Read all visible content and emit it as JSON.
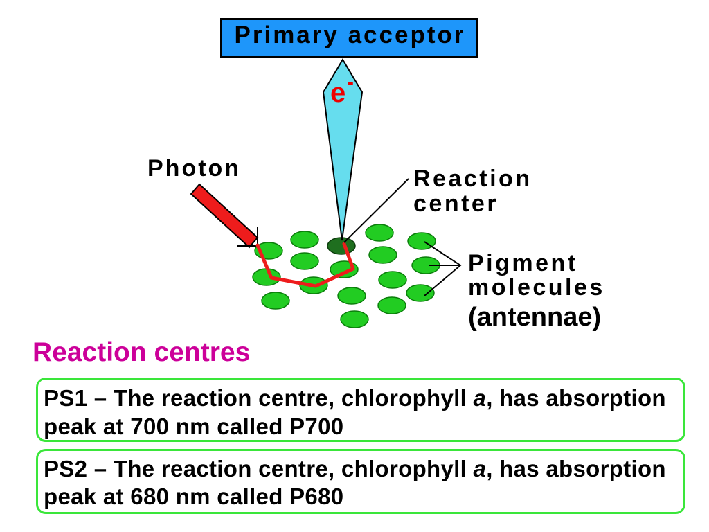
{
  "diagram": {
    "primary_acceptor": "Primary acceptor",
    "electron": {
      "symbol": "e",
      "charge": "-"
    },
    "photon_label": "Photon",
    "reaction_center_label": [
      "Reaction",
      "center"
    ],
    "pigment_label": [
      "Pigment",
      "molecules",
      "(antennae)"
    ]
  },
  "heading": "Reaction centres",
  "photosystems": [
    {
      "line1": {
        "before": "PS1 – The reaction centre, chlorophyll ",
        "emphasis": "a",
        "after": ", has absorption"
      },
      "line2": "peak at 700 nm called P700"
    },
    {
      "line1": {
        "before": "PS2 – The reaction centre, chlorophyll ",
        "emphasis": "a",
        "after": ", has absorption"
      },
      "line2": "peak at 680 nm called P680"
    }
  ],
  "colors": {
    "acceptor_box": "#1e96fa",
    "arrow_cyan": "#66ddee",
    "photon_red": "#ee1c1c",
    "electron_red": "#ee0000",
    "pigment_green": "#22cc22",
    "reaction_center_green": "#1f6f1f",
    "heading_magenta": "#cc0099",
    "box_border_green": "#3ae63a"
  }
}
